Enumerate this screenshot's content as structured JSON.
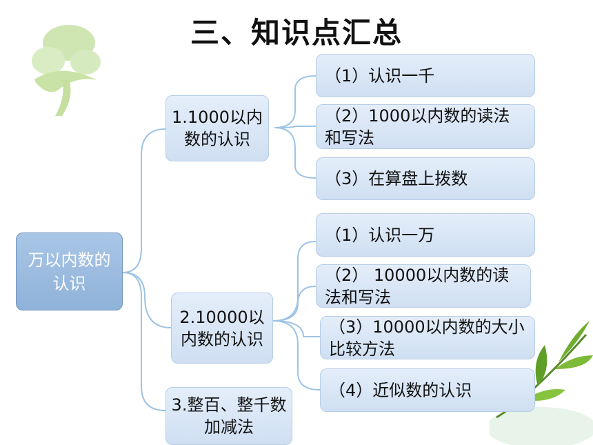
{
  "title": "三、知识点汇总",
  "root": "万以内数的认识",
  "branches": [
    {
      "label": "1.1000以内数的认识",
      "children": [
        "（1）认识一千",
        "（2）1000以内数的读法和写法",
        "（3）在算盘上拨数"
      ]
    },
    {
      "label": "2.10000以内数的认识",
      "children": [
        "（1）认识一万",
        "（2） 10000以内数的读法和写法",
        "（3）10000以内数的大小比较方法",
        "（4）近似数的认识"
      ]
    },
    {
      "label": "3.整百、整千数加减法",
      "children": []
    }
  ],
  "colors": {
    "line": "#9ec3e6",
    "box": "#dce8f6",
    "root": "#9dbde0",
    "leaf_green": "#8dc63f"
  }
}
